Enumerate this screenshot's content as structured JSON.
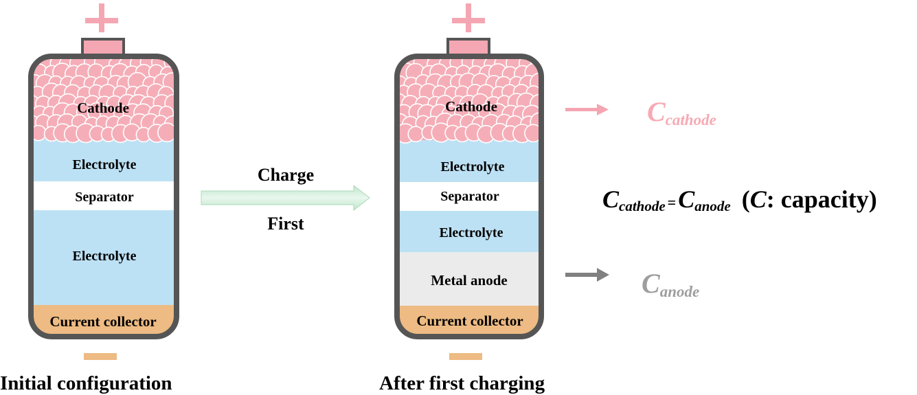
{
  "colors": {
    "cathode": "#f4a7b2",
    "particle": "#f5aeb8",
    "electrolyte": "#bde1f4",
    "separator": "#ffffff",
    "metal_anode": "#ebebeb",
    "collector": "#edbb83",
    "casing": "#555555",
    "arrow_charge": "#bfe6cb",
    "arrow_cathode": "#f4a5b1",
    "arrow_anode": "#808080",
    "text_cathode_cap": "#f6aab4",
    "text_anode_cap": "#9e9e9e"
  },
  "left_cell": {
    "cathode": "Cathode",
    "electrolyte_top": "Electrolyte",
    "separator": "Separator",
    "electrolyte_bottom": "Electrolyte",
    "collector": "Current collector",
    "caption": "Initial configuration"
  },
  "right_cell": {
    "cathode": "Cathode",
    "electrolyte_top": "Electrolyte",
    "separator": "Separator",
    "electrolyte_bottom": "Electrolyte",
    "metal_anode": "Metal anode",
    "collector": "Current collector",
    "caption": "After first charging"
  },
  "process_arrow": {
    "top_label": "Charge",
    "bottom_label": "First"
  },
  "capacity": {
    "c_symbol": "C",
    "cathode_sub": "cathode",
    "anode_sub": "anode",
    "equals": "=",
    "note_open": "(",
    "note_rest": ": capacity)"
  },
  "terminals": {
    "positive_icon": "plus-icon",
    "negative_icon": "minus-icon"
  }
}
